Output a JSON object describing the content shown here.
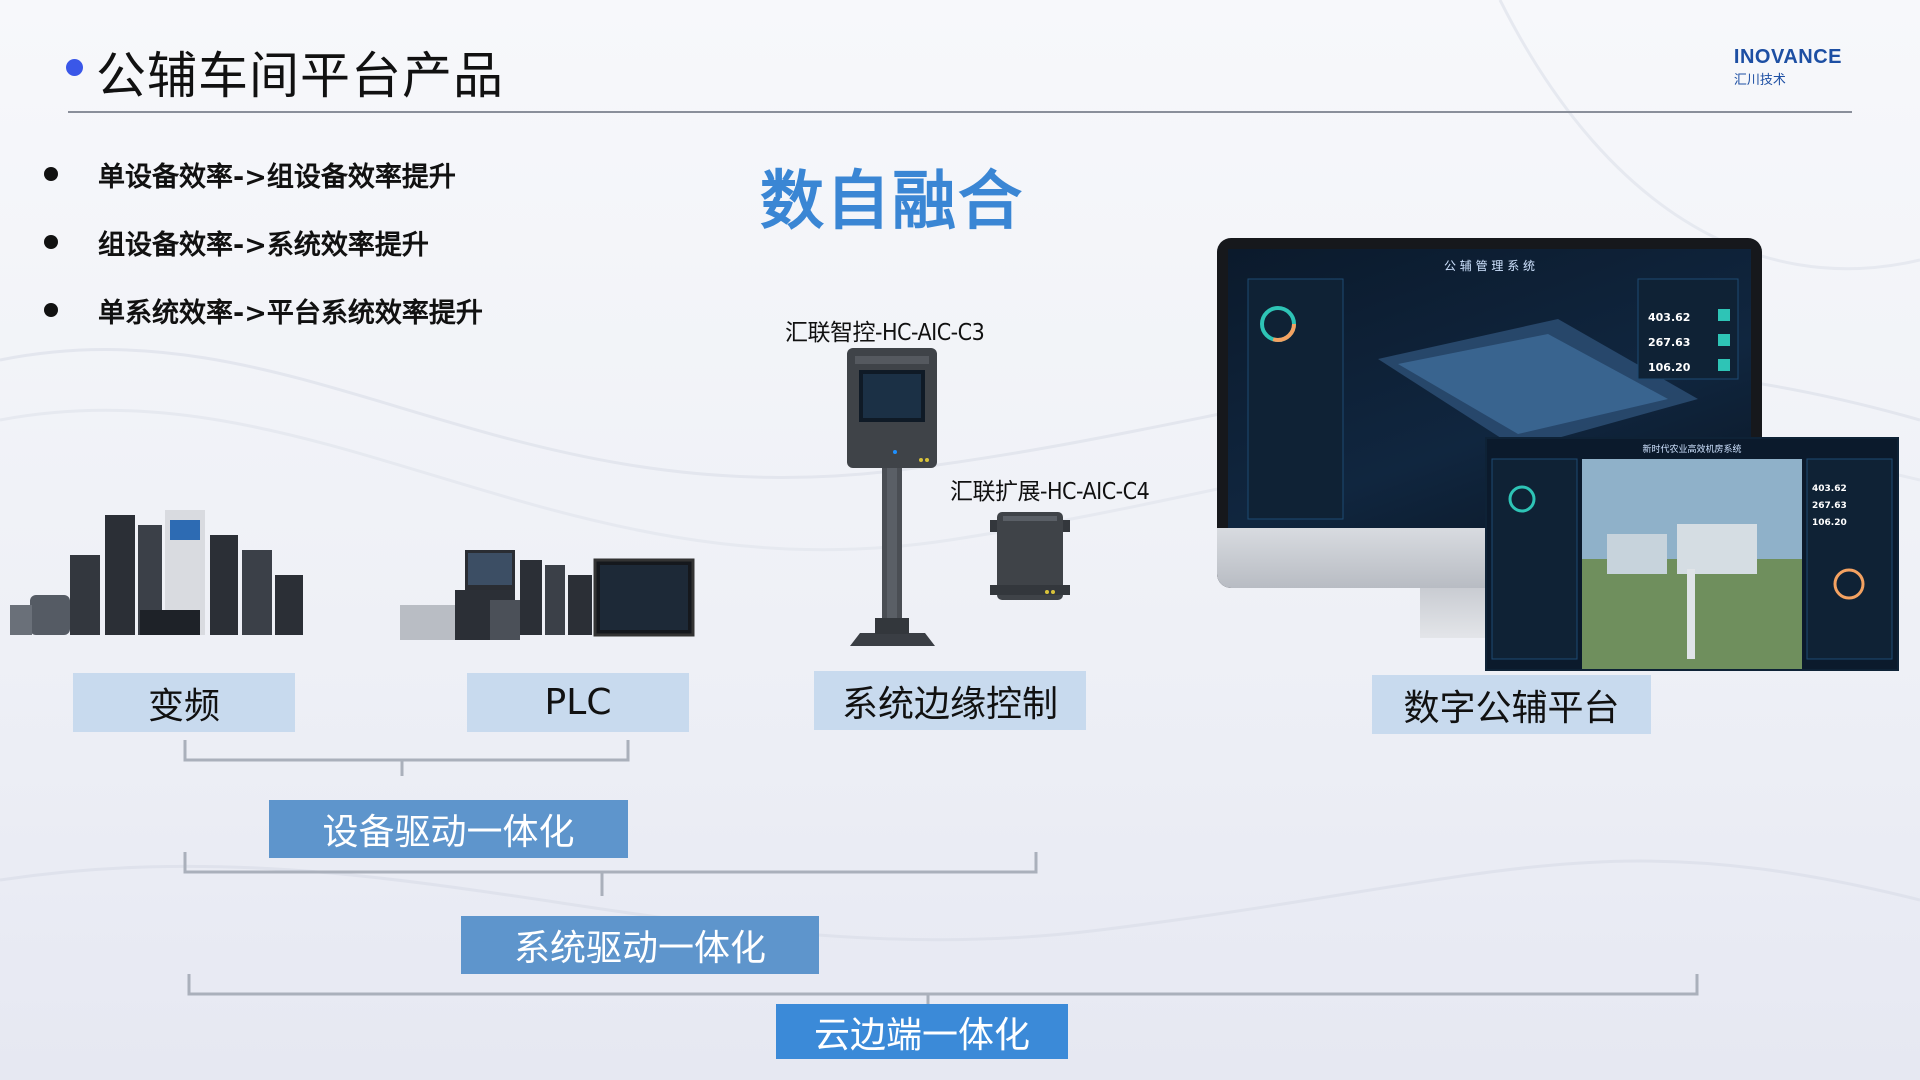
{
  "header": {
    "title": "公辅车间平台产品",
    "logo_brand": "INOVANCE",
    "logo_sub": "汇川技术"
  },
  "bullets": [
    "单设备效率->组设备效率提升",
    "组设备效率->系统效率提升",
    "单系统效率->平台系统效率提升"
  ],
  "hero_text": "数自融合",
  "products": {
    "c3_caption": "汇联智控-HC-AIC-C3",
    "c4_caption": "汇联扩展-HC-AIC-C4",
    "monitor_title": "公 辅 管 理 系 统",
    "screen_title": "新时代农业高效机房系统",
    "monitor_values": [
      "403.62",
      "267.63",
      "106.20"
    ]
  },
  "labels": {
    "inverter": "变频",
    "plc": "PLC",
    "edge": "系统边缘控制",
    "platform": "数字公辅平台"
  },
  "integration": {
    "device": "设备驱动一体化",
    "system": "系统驱动一体化",
    "cloud": "云边端一体化"
  },
  "colors": {
    "accent": "#3a86d4",
    "label_bg": "#c8daee",
    "box_bg": "#5e95cc",
    "title_dot": "#3a57e8"
  }
}
